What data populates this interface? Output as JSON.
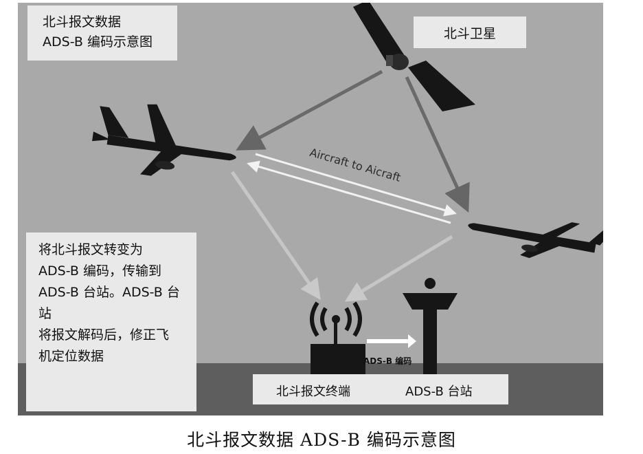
{
  "title_box": {
    "line1": "北斗报文数据",
    "line2": "ADS-B 编码示意图"
  },
  "satellite_label": "北斗卫星",
  "link_label": "Aircraft to Aicraft",
  "description_lines": [
    "将北斗报文转变为",
    "ADS-B 编码，传输到",
    "ADS-B 台站。ADS-B 台站",
    "将报文解码后，修正飞",
    "机定位数据"
  ],
  "encode_label": "ADS-B 编码",
  "terminal_label": "北斗报文终端",
  "station_label": "ADS-B 台站",
  "caption": "北斗报文数据 ADS-B 编码示意图",
  "colors": {
    "sky": "#a9a9a9",
    "ground": "#5e5e5e",
    "box": "#e9e9e9",
    "arrow": "#6a6a6a",
    "light_arrow": "#c6c6c6"
  }
}
